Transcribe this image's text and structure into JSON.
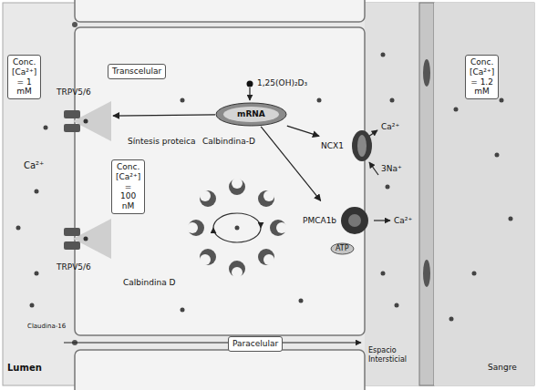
{
  "diagram": {
    "nodes": [
      {
        "text": [
          "Conc. [Ca²⁺] = 1 mM"
        ]
      },
      {
        "text": [
          "Transcelular"
        ]
      },
      {
        "text": [
          "mRNA"
        ]
      },
      {
        "text": [
          "Conc. [Ca²⁺] = 100 nM"
        ]
      },
      {
        "text": [
          "TRPV5/6"
        ]
      },
      {
        "text": [
          "TRPV5/6"
        ]
      },
      {
        "text": [
          "NCX1"
        ]
      },
      {
        "text": [
          "PMCA1b"
        ]
      },
      {
        "text": [
          "ATP"
        ]
      },
      {
        "text": [
          "Paracelular"
        ]
      },
      {
        "text": [
          "Conc. [Ca²⁺] = 1.2 mM"
        ]
      }
    ],
    "edges": [
      {
        "from": 2,
        "to": 4,
        "arrow": "to"
      },
      {
        "from": 2,
        "to": 6,
        "arrow": "to"
      },
      {
        "from": 2,
        "to": 7,
        "arrow": "to"
      }
    ],
    "labels": [
      "1,25(OH)₂D₃",
      "Síntesis proteica",
      "Calbindina-D",
      "Ca²⁺",
      "Ca²⁺",
      "3Na⁺",
      "Ca²⁺",
      "Calbindina D",
      "Claudina-16",
      "Lumen",
      "Espacio Intersticial",
      "Sangre"
    ]
  }
}
